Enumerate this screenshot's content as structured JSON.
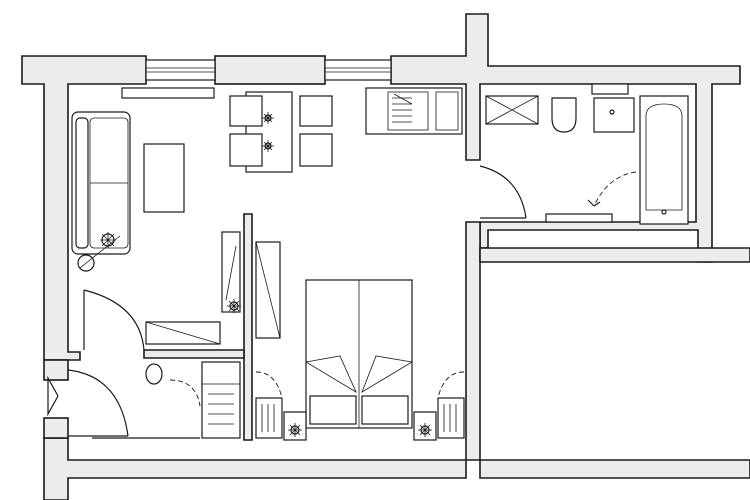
{
  "diagram": {
    "kind": "apartment-floor-plan",
    "style": "black-line-drawing-on-white",
    "colors": {
      "line": "#1a1a1a",
      "wall_fill": "#ececec",
      "background": "#ffffff"
    },
    "rooms": [
      {
        "name": "living-dining-room",
        "fixtures": [
          "sofa",
          "coffee-table",
          "dining-table",
          "dining-chairs",
          "tv-cabinet",
          "radiator"
        ]
      },
      {
        "name": "kitchen",
        "fixtures": [
          "kitchen-counter",
          "sink",
          "cooktop"
        ]
      },
      {
        "name": "bathroom",
        "fixtures": [
          "shower-tray",
          "toilet",
          "washbasin",
          "bathtub",
          "towel-radiator"
        ]
      },
      {
        "name": "bedroom",
        "fixtures": [
          "double-bed",
          "bedside-tables",
          "wardrobe"
        ]
      },
      {
        "name": "entrance-hall",
        "fixtures": [
          "shoe-cabinet",
          "closet",
          "entry-door"
        ]
      }
    ],
    "icons": [
      "lamp-icon",
      "door-swing-icon",
      "window-icon"
    ]
  }
}
